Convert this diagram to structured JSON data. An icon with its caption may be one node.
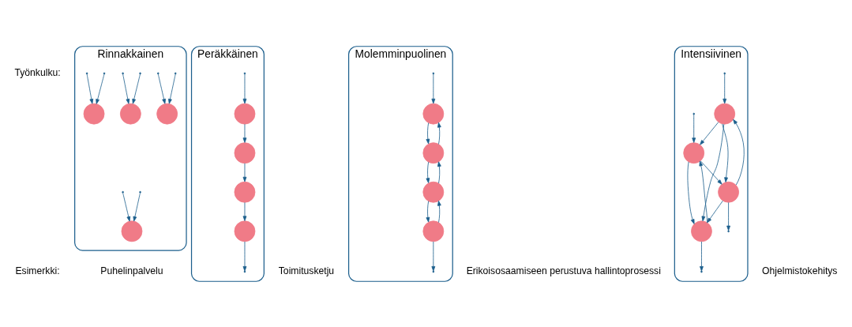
{
  "diagram": {
    "nodes": [
      {
        "text": [
          "Rinnakkainen"
        ]
      },
      {
        "text": [],
        "shape": "circle",
        "in": 0
      },
      {
        "text": [],
        "shape": "circle",
        "in": 0
      },
      {
        "text": [],
        "shape": "circle",
        "in": 0
      },
      {
        "text": [],
        "shape": "circle",
        "in": 0
      },
      {
        "text": [
          "Peräkkäinen"
        ]
      },
      {
        "text": [],
        "shape": "circle",
        "in": 5
      },
      {
        "text": [],
        "shape": "circle",
        "in": 5
      },
      {
        "text": [],
        "shape": "circle",
        "in": 5
      },
      {
        "text": [],
        "shape": "circle",
        "in": 5
      },
      {
        "text": [
          "Molemminpuolinen"
        ]
      },
      {
        "text": [],
        "shape": "circle",
        "in": 10
      },
      {
        "text": [],
        "shape": "circle",
        "in": 10
      },
      {
        "text": [],
        "shape": "circle",
        "in": 10
      },
      {
        "text": [],
        "shape": "circle",
        "in": 10
      },
      {
        "text": [
          "Intensiivinen"
        ]
      },
      {
        "text": [],
        "shape": "circle",
        "in": 15
      },
      {
        "text": [],
        "shape": "circle",
        "in": 15
      },
      {
        "text": [],
        "shape": "circle",
        "in": 15
      },
      {
        "text": [],
        "shape": "circle",
        "in": 15
      }
    ],
    "edges": [
      {
        "from": null,
        "to": 1,
        "arrow": "to"
      },
      {
        "from": null,
        "to": 2,
        "arrow": "to"
      },
      {
        "from": null,
        "to": 3,
        "arrow": "to"
      },
      {
        "from": null,
        "to": 4,
        "arrow": "to"
      },
      {
        "from": null,
        "to": 1,
        "arrow": "to"
      },
      {
        "from": null,
        "to": 2,
        "arrow": "to"
      },
      {
        "from": null,
        "to": 3,
        "arrow": "to"
      },
      {
        "from": null,
        "to": 4,
        "arrow": "to"
      },
      {
        "from": null,
        "to": 6,
        "arrow": "to"
      },
      {
        "from": 6,
        "to": 7,
        "arrow": "to"
      },
      {
        "from": 7,
        "to": 8,
        "arrow": "to"
      },
      {
        "from": 8,
        "to": 9,
        "arrow": "to"
      },
      {
        "from": 9,
        "to": null,
        "arrow": "to"
      },
      {
        "from": null,
        "to": 11,
        "arrow": "to"
      },
      {
        "from": 11,
        "to": 12,
        "arrow": "to"
      },
      {
        "from": 12,
        "to": 11,
        "arrow": "to"
      },
      {
        "from": 12,
        "to": 13,
        "arrow": "to"
      },
      {
        "from": 13,
        "to": 12,
        "arrow": "to"
      },
      {
        "from": 13,
        "to": 14,
        "arrow": "to"
      },
      {
        "from": 14,
        "to": 13,
        "arrow": "to"
      },
      {
        "from": 14,
        "to": null,
        "arrow": "to"
      },
      {
        "from": null,
        "to": 16,
        "arrow": "to"
      },
      {
        "from": null,
        "to": 17,
        "arrow": "to"
      },
      {
        "from": 16,
        "to": 17,
        "arrow": "to"
      },
      {
        "from": 16,
        "to": 18,
        "arrow": "to"
      },
      {
        "from": 16,
        "to": 19,
        "arrow": "to"
      },
      {
        "from": 17,
        "to": 18,
        "arrow": "to"
      },
      {
        "from": 18,
        "to": 19,
        "arrow": "to"
      },
      {
        "from": 19,
        "to": 17,
        "arrow": "to"
      },
      {
        "from": 18,
        "to": 16,
        "arrow": "to"
      },
      {
        "from": 17,
        "to": 19,
        "arrow": "to"
      },
      {
        "from": 18,
        "to": null,
        "arrow": "to"
      },
      {
        "from": 19,
        "to": null,
        "arrow": "to"
      }
    ],
    "labels": [
      "Työnkulku:",
      "Esimerkki:",
      "Puhelinpalvelu",
      "Toimitusketju",
      "Erikoisosaamiseen perustuva hallintoprosessi",
      "Ohjelmistokehitys"
    ]
  }
}
